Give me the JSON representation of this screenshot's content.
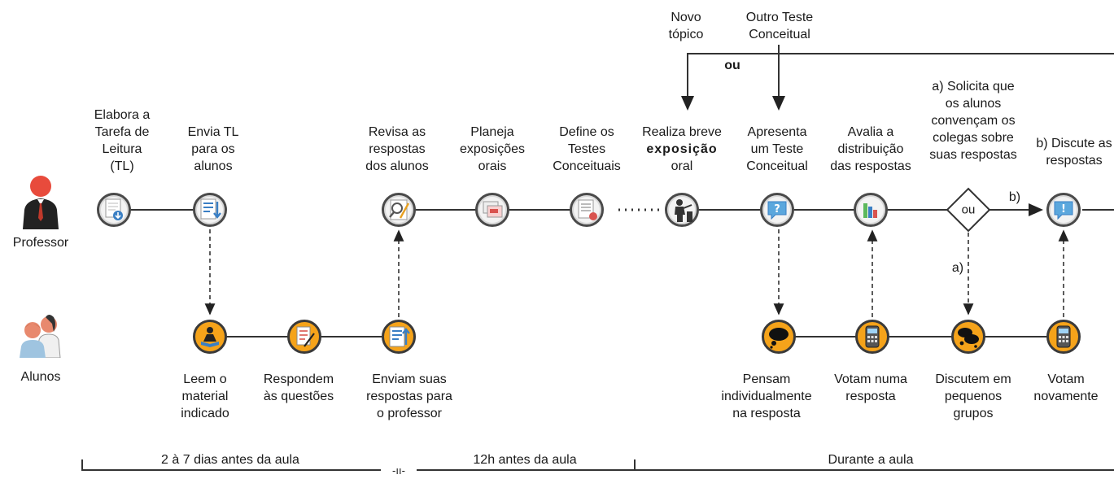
{
  "actors": {
    "professor": "Professor",
    "students": "Alunos"
  },
  "professor_steps": {
    "p1": [
      "Elabora a",
      "Tarefa de",
      "Leitura",
      "(TL)"
    ],
    "p2": [
      "Envia TL",
      "para os",
      "alunos"
    ],
    "p3": [
      "Revisa as",
      "respostas",
      "dos alunos"
    ],
    "p4": [
      "Planeja",
      "exposições",
      "orais"
    ],
    "p5": [
      "Define os",
      "Testes",
      "Conceituais"
    ],
    "p6": [
      "Realiza breve",
      "exposição",
      "oral"
    ],
    "p7": [
      "Apresenta",
      "um Teste",
      "Conceitual"
    ],
    "p8": [
      "Avalia a",
      "distribuição",
      "das respostas"
    ],
    "p9": [
      "a) Solicita que",
      "os alunos",
      "convençam os",
      "colegas sobre",
      "suas respostas"
    ],
    "p10": [
      "b) Discute as",
      "respostas"
    ]
  },
  "student_steps": {
    "s1": [
      "Leem o",
      "material",
      "indicado"
    ],
    "s2": [
      "Respondem",
      "às questões"
    ],
    "s3": [
      "Enviam suas",
      "respostas para",
      "o professor"
    ],
    "s4": [
      "Pensam",
      "individualmente",
      "na resposta"
    ],
    "s5": [
      "Votam numa",
      "resposta"
    ],
    "s6": [
      "Discutem em",
      "pequenos",
      "grupos"
    ],
    "s7": [
      "Votam",
      "novamente"
    ]
  },
  "loop": {
    "novo": [
      "Novo",
      "tópico"
    ],
    "outro": [
      "Outro Teste",
      "Conceitual"
    ],
    "ou": "ou"
  },
  "decision": {
    "label": "ou",
    "a": "a)",
    "b": "b)"
  },
  "timeline": {
    "seg1": "2 à 7 dias antes da aula",
    "seg2": "12h antes da aula",
    "seg3": "Durante a aula",
    "break": "-ıı-"
  },
  "colors": {
    "student_fill": "#f5a31a",
    "prof_fill": "#f3f3f3",
    "line": "#333333"
  }
}
